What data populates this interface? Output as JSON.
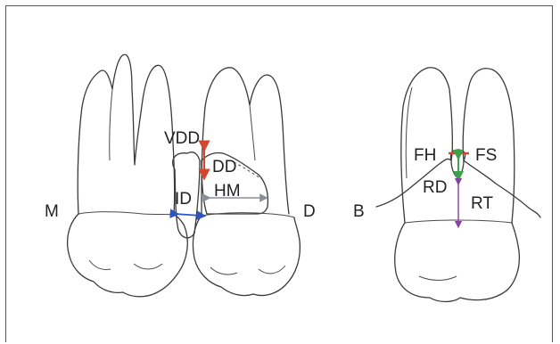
{
  "labels": {
    "M": "M",
    "ID": "ID",
    "VDD": "VDD",
    "DD": "DD",
    "HM": "HM",
    "D": "D",
    "B": "B",
    "FH": "FH",
    "FS": "FS",
    "RD": "RD",
    "RT": "RT"
  },
  "colors": {
    "outline": "#3a3a3a",
    "vdd_marker": "#d2452f",
    "id_marker": "#2a55c8",
    "hm_marker": "#8a8f96",
    "fs_marker": "#d2452f",
    "rd_marker": "#3aa24a",
    "rt_marker": "#8a3fa3"
  }
}
